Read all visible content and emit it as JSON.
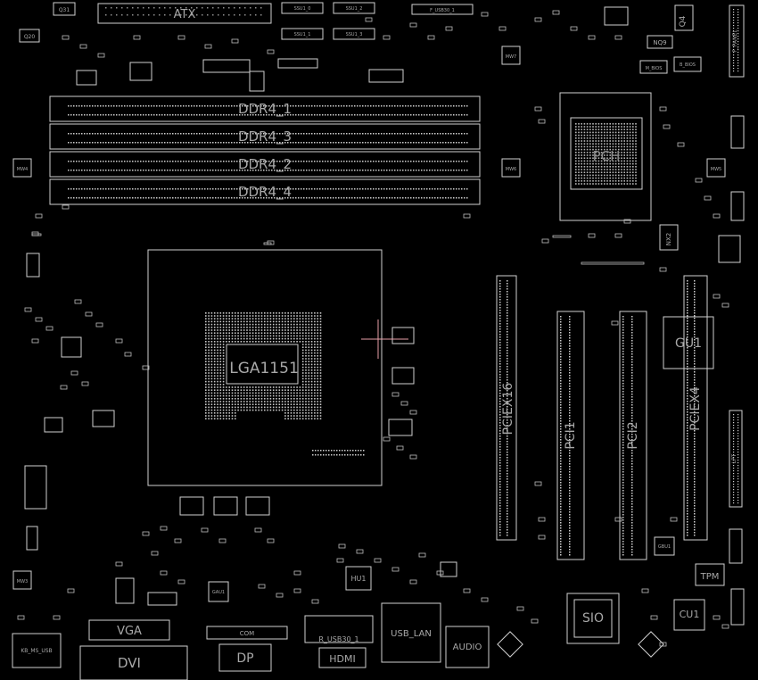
{
  "board": {
    "background": "#000000",
    "outline_color": "#d0d0d0",
    "label_color": "#a8a8a8",
    "marker_color": "#e8a0a8"
  },
  "labels": {
    "atx": "ATX",
    "ddr4_1": "DDR4_1",
    "ddr4_3": "DDR4_3",
    "ddr4_2": "DDR4_2",
    "ddr4_4": "DDR4_4",
    "cpu_socket": "LGA1151",
    "pch": "PCH",
    "pciex16": "PCIEX16",
    "pci1": "PCI1",
    "pci2": "PCI2",
    "pciex4": "PCIEX4",
    "gu1": "GU1",
    "sio": "SIO",
    "tpm": "TPM",
    "cu1": "CU1",
    "vga": "VGA",
    "dvi": "DVI",
    "dp": "DP",
    "hdmi": "HDMI",
    "usb_lan": "USB_LAN",
    "audio": "AUDIO",
    "r_usb30_1": "R_USB30_1",
    "com": "COM",
    "kb_ms_usb": "KB_MS_USB",
    "hu1": "HU1",
    "q4": "Q4",
    "nq9": "NQ9",
    "nx2": "NX2",
    "q31": "Q31",
    "q20": "Q20",
    "gau1": "GAU1",
    "gbu1": "GBU1",
    "m_bios": "M_BIOS",
    "b_bios": "B_BIOS",
    "f_panel": "F_PANEL",
    "lpt": "LPT",
    "ss_ic1": "SSU1_0",
    "ss_ic2": "SSU1_2",
    "ss_ic3": "SSU1_1",
    "ss_ic4": "SSU1_3",
    "f_usb30": "F_USB30_1",
    "mw_labels": [
      "MW7",
      "MW4",
      "MW6",
      "MW5",
      "MW3"
    ]
  }
}
